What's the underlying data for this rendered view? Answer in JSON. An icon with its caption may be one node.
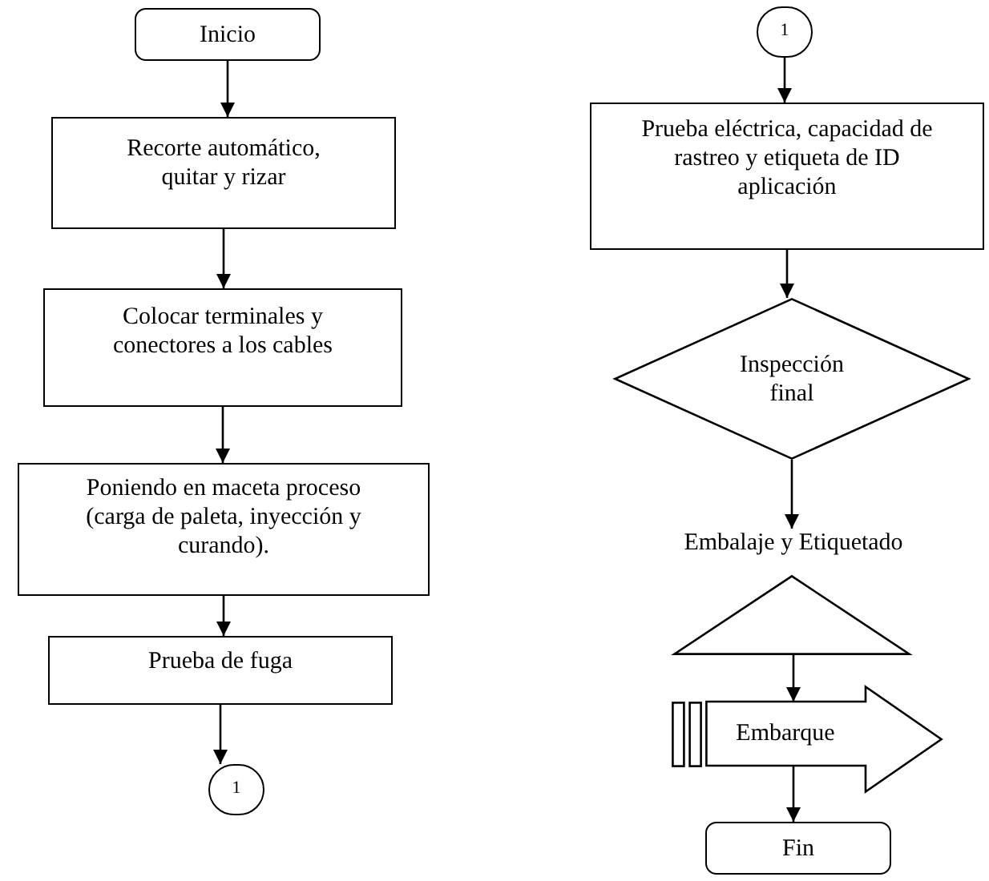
{
  "diagram": {
    "nodes": [
      {
        "text": [
          "Inicio"
        ]
      },
      {
        "text": [
          "Recorte automático, quitar y rizar"
        ]
      },
      {
        "text": [
          "Colocar terminales y conectores a los cables"
        ]
      },
      {
        "text": [
          "Poniendo en maceta proceso (carga de paleta, inyección y curando)."
        ]
      },
      {
        "text": [
          "Prueba de fuga"
        ]
      },
      {
        "text": [
          "1"
        ]
      },
      {
        "text": [
          "1"
        ]
      },
      {
        "text": [
          "Prueba eléctrica, capacidad de rastreo y etiqueta de ID aplicación"
        ]
      },
      {
        "text": [
          "Inspección final"
        ]
      },
      {
        "text": [
          "Embalaje y Etiquetado"
        ]
      },
      {
        "text": [
          "Embarque"
        ]
      },
      {
        "text": [
          "Fin"
        ]
      }
    ],
    "edges": [
      {
        "from": 0,
        "to": 1,
        "arrow": "to"
      },
      {
        "from": 1,
        "to": 2,
        "arrow": "to"
      },
      {
        "from": 2,
        "to": 3,
        "arrow": "to"
      },
      {
        "from": 3,
        "to": 4,
        "arrow": "to"
      },
      {
        "from": 4,
        "to": 5,
        "arrow": "to"
      },
      {
        "from": 6,
        "to": 7,
        "arrow": "to"
      },
      {
        "from": 7,
        "to": 8,
        "arrow": "to"
      },
      {
        "from": 8,
        "to": 9,
        "arrow": "to"
      },
      {
        "from": 9,
        "to": 10,
        "arrow": "to"
      },
      {
        "from": 10,
        "to": 11,
        "arrow": "to"
      }
    ]
  }
}
